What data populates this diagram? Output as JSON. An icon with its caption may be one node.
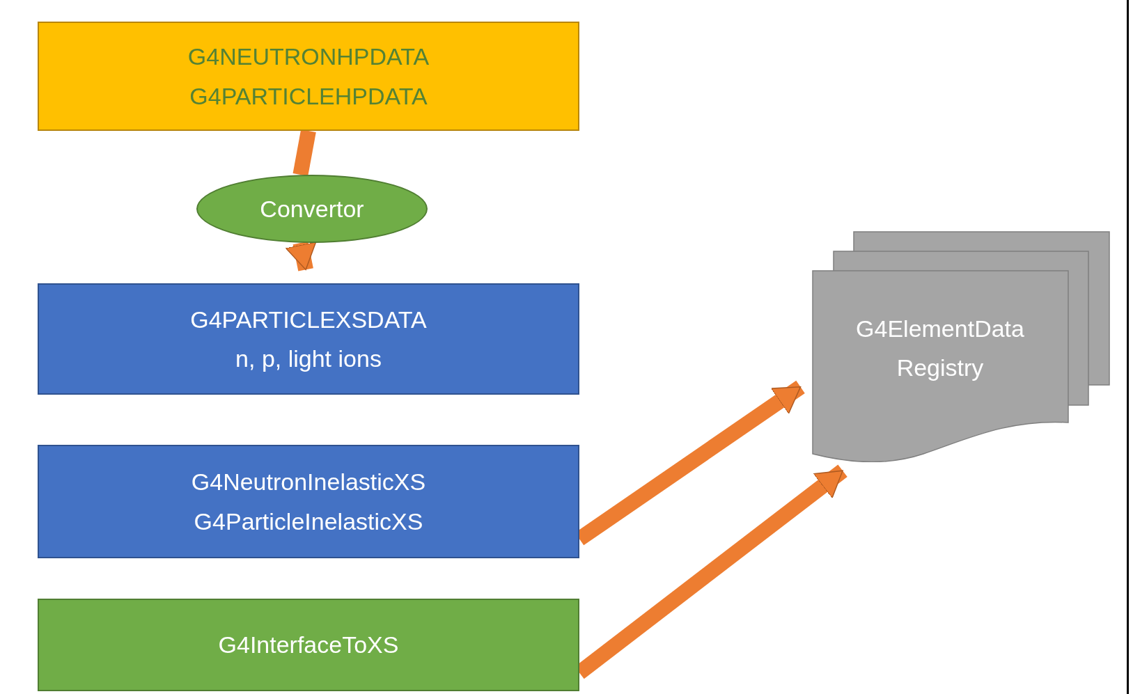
{
  "diagram": {
    "nodes": [
      {
        "text": [
          "G4NEUTRONHPDATA G4PARTICLEHPDATA"
        ]
      },
      {
        "text": [
          "Convertor"
        ]
      },
      {
        "text": [
          "G4PARTICLEXSDATA",
          "n, p, light ions"
        ]
      },
      {
        "text": [
          "G4NeutronInelasticXS G4ParticleInelasticXS"
        ]
      },
      {
        "text": [
          "G4InterfaceToXS"
        ]
      },
      {
        "text": [
          "G4ElementData Registry"
        ]
      }
    ],
    "edges": [
      {
        "from": 0,
        "to": 1,
        "arrow": "none"
      },
      {
        "from": 1,
        "to": 2,
        "arrow": "to"
      },
      {
        "from": 3,
        "to": 5,
        "arrow": "to"
      },
      {
        "from": 4,
        "to": 5,
        "arrow": "to"
      }
    ]
  }
}
